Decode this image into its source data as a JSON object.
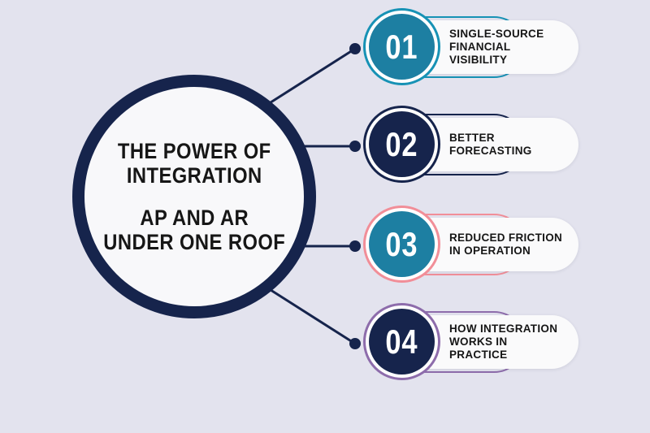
{
  "colors": {
    "background": "#e3e3ee",
    "navy": "#16244c",
    "card_white": "#fafafb",
    "center_fill": "#f8f8fa",
    "text_dark": "#161616"
  },
  "center": {
    "title_lines": [
      "THE POWER OF",
      "INTEGRATION"
    ],
    "subtitle_lines": [
      "AP AND AR",
      "UNDER ONE ROOF"
    ]
  },
  "items": [
    {
      "number": "01",
      "lines": [
        "SINGLE-SOURCE",
        "FINANCIAL",
        "VISIBILITY"
      ],
      "circle_fill": "#1d7fa2",
      "ring_color": "#1792b5",
      "accent_color": "#1792b5"
    },
    {
      "number": "02",
      "lines": [
        "BETTER",
        "FORECASTING"
      ],
      "circle_fill": "#16244c",
      "ring_color": "#16244c",
      "accent_color": "#16244c"
    },
    {
      "number": "03",
      "lines": [
        "REDUCED FRICTION",
        "IN OPERATION"
      ],
      "circle_fill": "#1d7fa2",
      "ring_color": "#f18e98",
      "accent_color": "#f18e98"
    },
    {
      "number": "04",
      "lines": [
        "HOW INTEGRATION",
        "WORKS IN",
        "PRACTICE"
      ],
      "circle_fill": "#16244c",
      "ring_color": "#8d6cab",
      "accent_color": "#8d6cab"
    }
  ]
}
